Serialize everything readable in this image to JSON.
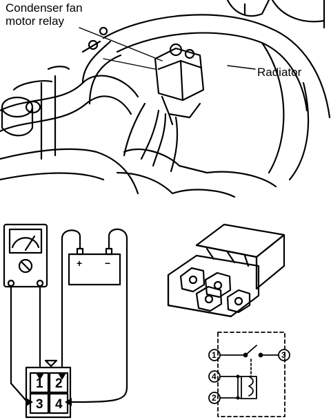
{
  "labels": {
    "relay_line1": "Condenser fan",
    "relay_line2": "motor relay",
    "radiator": "Radiator"
  },
  "battery": {
    "plus": "+",
    "minus": "−"
  },
  "connector": {
    "pins": [
      "1",
      "2",
      "3",
      "4"
    ]
  },
  "schematic": {
    "terminals": [
      "1",
      "3",
      "4",
      "2"
    ]
  },
  "colors": {
    "ink": "#000000",
    "paper": "#ffffff"
  }
}
